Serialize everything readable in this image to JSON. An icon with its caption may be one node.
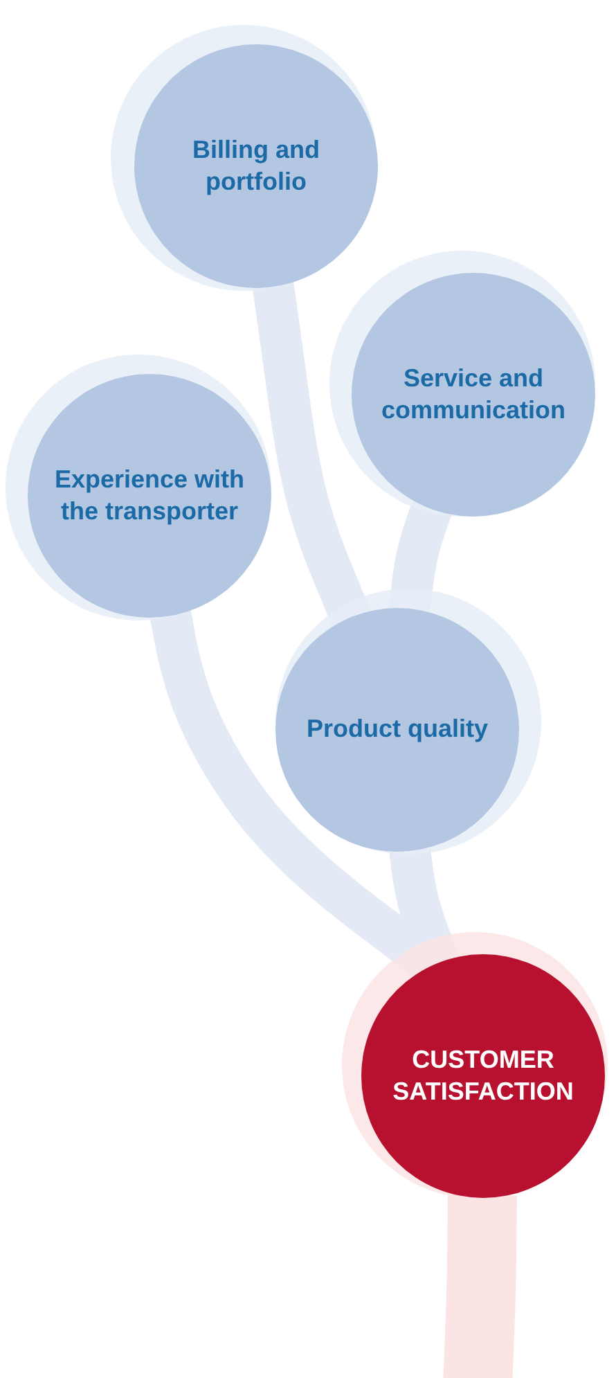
{
  "diagram": {
    "nodes": [
      {
        "text": [
          "Billing and portfolio"
        ]
      },
      {
        "text": [
          "Service and communication"
        ]
      },
      {
        "text": [
          "Experience with the transporter"
        ]
      },
      {
        "text": [
          "Product quality"
        ]
      },
      {
        "text": [
          "CUSTOMER SATISFACTION"
        ]
      }
    ],
    "edges": [
      {
        "from": 0,
        "to": 3,
        "arrow": "none"
      },
      {
        "from": 1,
        "to": 3,
        "arrow": "none"
      },
      {
        "from": 2,
        "to": 4,
        "arrow": "none"
      },
      {
        "from": 3,
        "to": 4,
        "arrow": "none"
      },
      {
        "from": null,
        "to": 4,
        "arrow": "none",
        "color": "#fbe4e4"
      }
    ]
  }
}
